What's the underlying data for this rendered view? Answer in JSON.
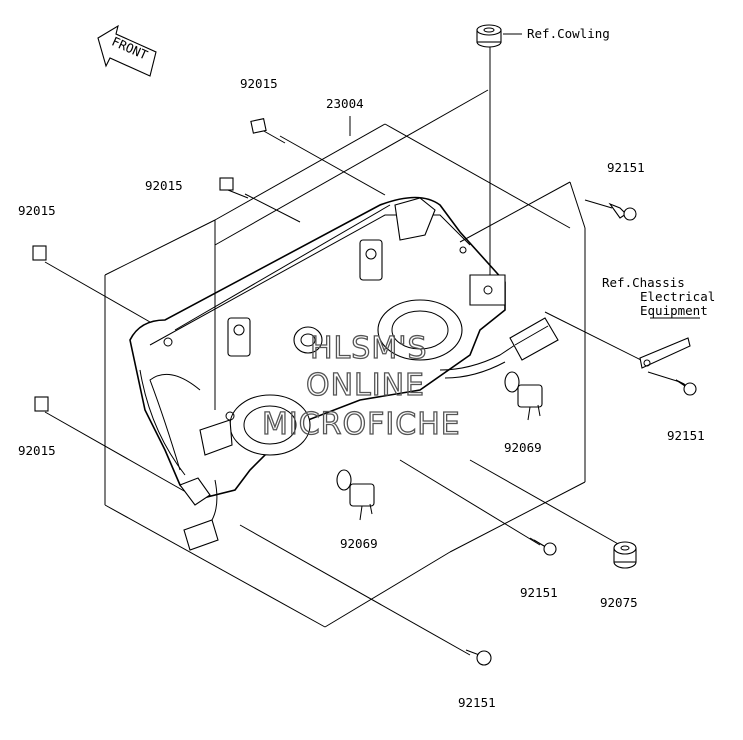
{
  "labels": {
    "ref_cowling": "Ref.Cowling",
    "ref_chassis_1": "Ref.Chassis",
    "ref_chassis_2": "Electrical",
    "ref_chassis_3": "Equipment",
    "front": "FRONT",
    "p23004": "23004",
    "p92015_a": "92015",
    "p92015_b": "92015",
    "p92015_c": "92015",
    "p92015_d": "92015",
    "p92151_a": "92151",
    "p92151_b": "92151",
    "p92151_c": "92151",
    "p92151_d": "92151",
    "p92069_a": "92069",
    "p92069_b": "92069",
    "p92075": "92075"
  },
  "watermark": {
    "line1": "HLSM'S",
    "line2": "ONLINE",
    "line3": "MICROFICHE"
  }
}
